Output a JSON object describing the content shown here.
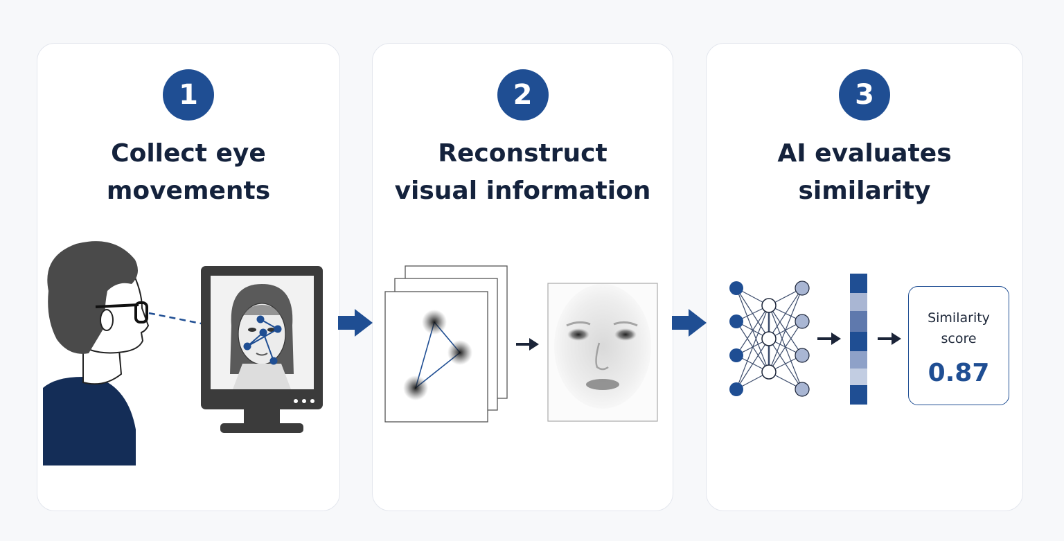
{
  "steps": [
    {
      "number": "1",
      "title_line1": "Collect eye",
      "title_line2": "movements"
    },
    {
      "number": "2",
      "title_line1": "Reconstruct",
      "title_line2": "visual information"
    },
    {
      "number": "3",
      "title_line1": "AI evaluates",
      "title_line2": "similarity"
    }
  ],
  "result": {
    "label_line1": "Similarity",
    "label_line2": "score",
    "value": "0.87"
  },
  "colors": {
    "accent": "#1f4e93",
    "accent_light": "#a9b6d3",
    "title_text": "#14223c",
    "panel_border": "#e3e6ed"
  }
}
